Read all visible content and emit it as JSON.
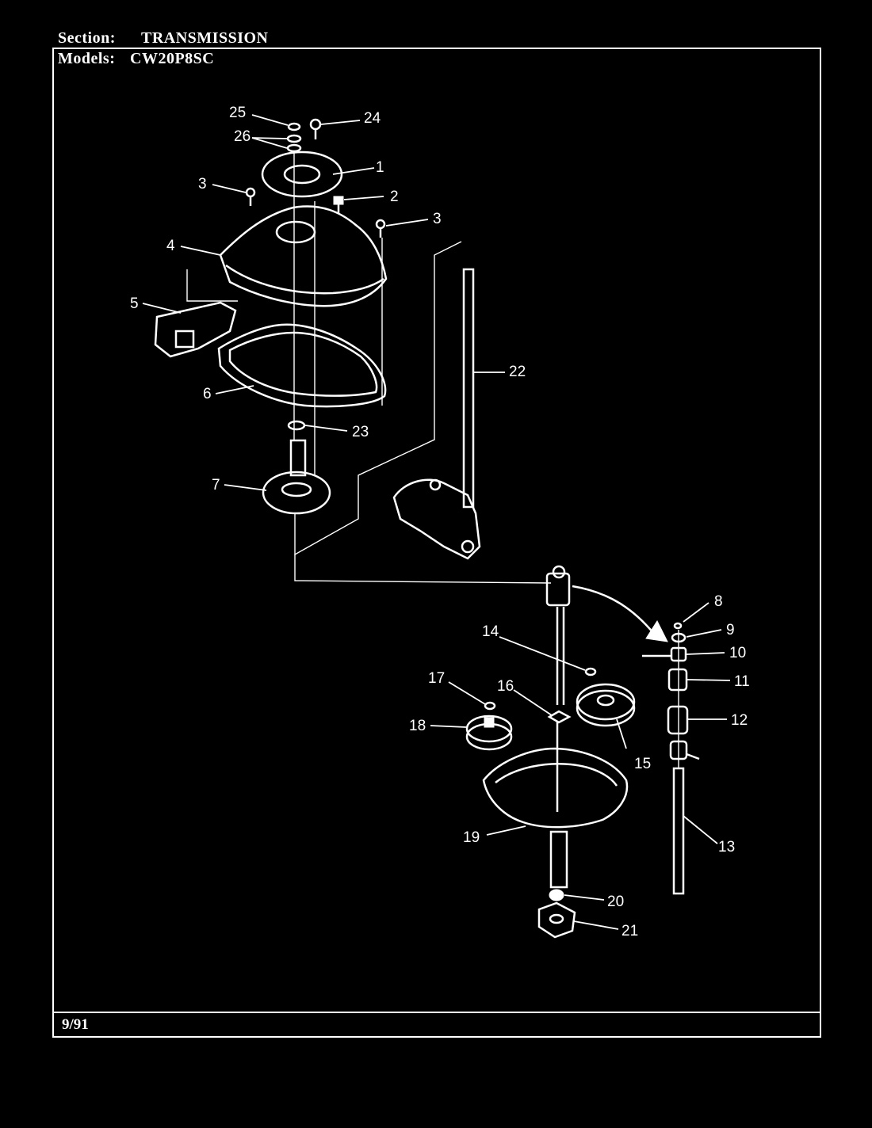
{
  "header": {
    "section_label": "Section:",
    "section_value": "TRANSMISSION",
    "models_label": "Models:",
    "models_value": "CW20P8SC"
  },
  "footer": {
    "date": "9/91"
  },
  "callouts": {
    "c1": "1",
    "c2": "2",
    "c3a": "3",
    "c3b": "3",
    "c4": "4",
    "c5": "5",
    "c6": "6",
    "c7": "7",
    "c8": "8",
    "c9": "9",
    "c10": "10",
    "c11": "11",
    "c12": "12",
    "c13": "13",
    "c14": "14",
    "c15": "15",
    "c16": "16",
    "c17": "17",
    "c18": "18",
    "c19": "19",
    "c20": "20",
    "c21": "21",
    "c22": "22",
    "c23": "23",
    "c24": "24",
    "c25": "25",
    "c26": "26"
  }
}
